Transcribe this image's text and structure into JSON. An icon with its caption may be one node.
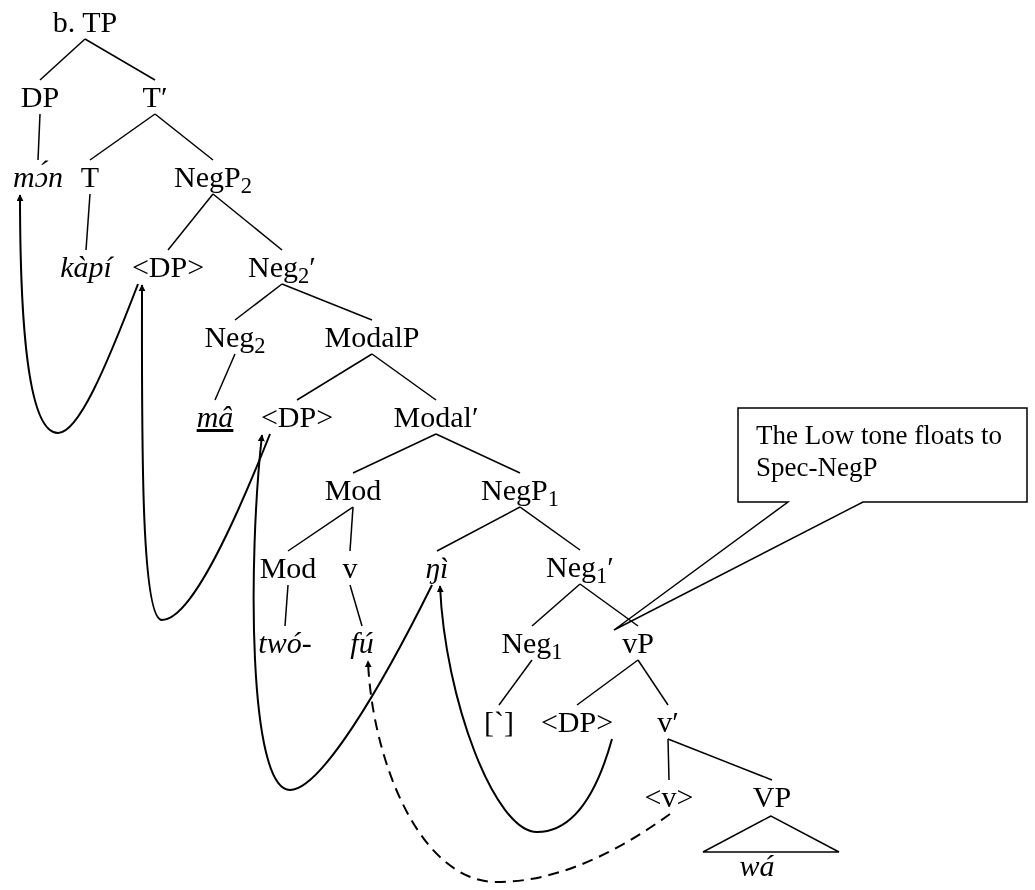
{
  "diagram": {
    "nodes": [
      {
        "text": [
          "b. TP"
        ]
      },
      {
        "text": [
          "DP"
        ]
      },
      {
        "text": [
          "T′"
        ]
      },
      {
        "text": [
          "mɔ́n"
        ]
      },
      {
        "text": [
          "T"
        ]
      },
      {
        "text": [
          "NegP$_{2}$"
        ]
      },
      {
        "text": [
          "kàpí"
        ]
      },
      {
        "text": [
          "<DP>"
        ]
      },
      {
        "text": [
          "Neg$_{2}$′"
        ]
      },
      {
        "text": [
          "Neg$_{2}$"
        ]
      },
      {
        "text": [
          "ModalP"
        ]
      },
      {
        "text": [
          "mâ"
        ]
      },
      {
        "text": [
          "<DP>"
        ]
      },
      {
        "text": [
          "Modal′"
        ]
      },
      {
        "text": [
          "Mod"
        ]
      },
      {
        "text": [
          "NegP$_{1}$"
        ]
      },
      {
        "text": [
          "Mod"
        ]
      },
      {
        "text": [
          "v"
        ]
      },
      {
        "text": [
          "ŋì"
        ]
      },
      {
        "text": [
          "Neg$_{1}$′"
        ]
      },
      {
        "text": [
          "twó-"
        ]
      },
      {
        "text": [
          "fú"
        ]
      },
      {
        "text": [
          "Neg$_{1}$"
        ]
      },
      {
        "text": [
          "vP"
        ]
      },
      {
        "text": [
          "[`]"
        ]
      },
      {
        "text": [
          "<DP>"
        ]
      },
      {
        "text": [
          "v′"
        ]
      },
      {
        "text": [
          "<v>"
        ]
      },
      {
        "text": [
          "VP"
        ]
      },
      {
        "text": [],
        "shape": "triangle"
      },
      {
        "text": [
          "wá"
        ]
      },
      {
        "text": [
          "The Low tone floats to Spec-NegP"
        ]
      }
    ],
    "edges": [
      {
        "from": 0,
        "to": 1,
        "arrow": "none"
      },
      {
        "from": 0,
        "to": 2,
        "arrow": "none"
      },
      {
        "from": 1,
        "to": 3,
        "arrow": "none"
      },
      {
        "from": 2,
        "to": 4,
        "arrow": "none"
      },
      {
        "from": 2,
        "to": 5,
        "arrow": "none"
      },
      {
        "from": 4,
        "to": 6,
        "arrow": "none"
      },
      {
        "from": 5,
        "to": 7,
        "arrow": "none"
      },
      {
        "from": 5,
        "to": 8,
        "arrow": "none"
      },
      {
        "from": 8,
        "to": 9,
        "arrow": "none"
      },
      {
        "from": 8,
        "to": 10,
        "arrow": "none"
      },
      {
        "from": 9,
        "to": 11,
        "arrow": "none"
      },
      {
        "from": 10,
        "to": 12,
        "arrow": "none"
      },
      {
        "from": 10,
        "to": 13,
        "arrow": "none"
      },
      {
        "from": 13,
        "to": 14,
        "arrow": "none"
      },
      {
        "from": 13,
        "to": 15,
        "arrow": "none"
      },
      {
        "from": 14,
        "to": 16,
        "arrow": "none"
      },
      {
        "from": 14,
        "to": 17,
        "arrow": "none"
      },
      {
        "from": 16,
        "to": 20,
        "arrow": "none"
      },
      {
        "from": 17,
        "to": 21,
        "arrow": "none"
      },
      {
        "from": 15,
        "to": 18,
        "arrow": "none"
      },
      {
        "from": 15,
        "to": 19,
        "arrow": "none"
      },
      {
        "from": 19,
        "to": 22,
        "arrow": "none"
      },
      {
        "from": 19,
        "to": 23,
        "arrow": "none"
      },
      {
        "from": 22,
        "to": 24,
        "arrow": "none"
      },
      {
        "from": 23,
        "to": 25,
        "arrow": "none"
      },
      {
        "from": 23,
        "to": 26,
        "arrow": "none"
      },
      {
        "from": 26,
        "to": 27,
        "arrow": "none"
      },
      {
        "from": 26,
        "to": 28,
        "arrow": "none"
      },
      {
        "from": 7,
        "to": 3,
        "arrow": "to"
      },
      {
        "from": 12,
        "to": 7,
        "arrow": "to"
      },
      {
        "from": 18,
        "to": 12,
        "arrow": "to"
      },
      {
        "from": 25,
        "to": 18,
        "arrow": "to"
      },
      {
        "from": 27,
        "to": 21,
        "arrow": "to",
        "style": "dashed"
      }
    ]
  }
}
